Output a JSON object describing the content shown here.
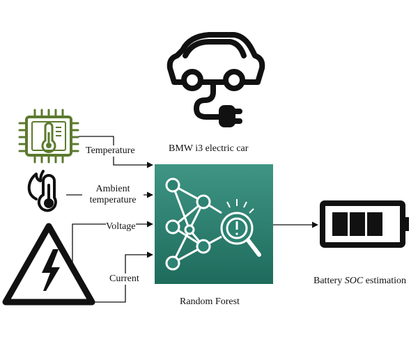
{
  "inputs": {
    "temperature": "Temperature",
    "ambient_line1": "Ambient",
    "ambient_line2": "temperature",
    "voltage": "Voltage",
    "current": "Current"
  },
  "car_label": "BMW i3 electric car",
  "model_label": "Random Forest",
  "output": {
    "prefix": "Battery ",
    "emphasis": "SOC",
    "suffix": " estimation"
  },
  "colors": {
    "chip": "#5b7a2e",
    "model_panel_top": "#3f9584",
    "model_panel_bottom": "#1e6b5c",
    "ink": "#111111"
  },
  "icons": {
    "car": "electric-car-icon",
    "chip": "chip-thermometer-icon",
    "ambient": "flame-thermometer-icon",
    "voltage": "high-voltage-warning-icon",
    "model": "neural-network-search-icon",
    "battery": "battery-icon"
  }
}
